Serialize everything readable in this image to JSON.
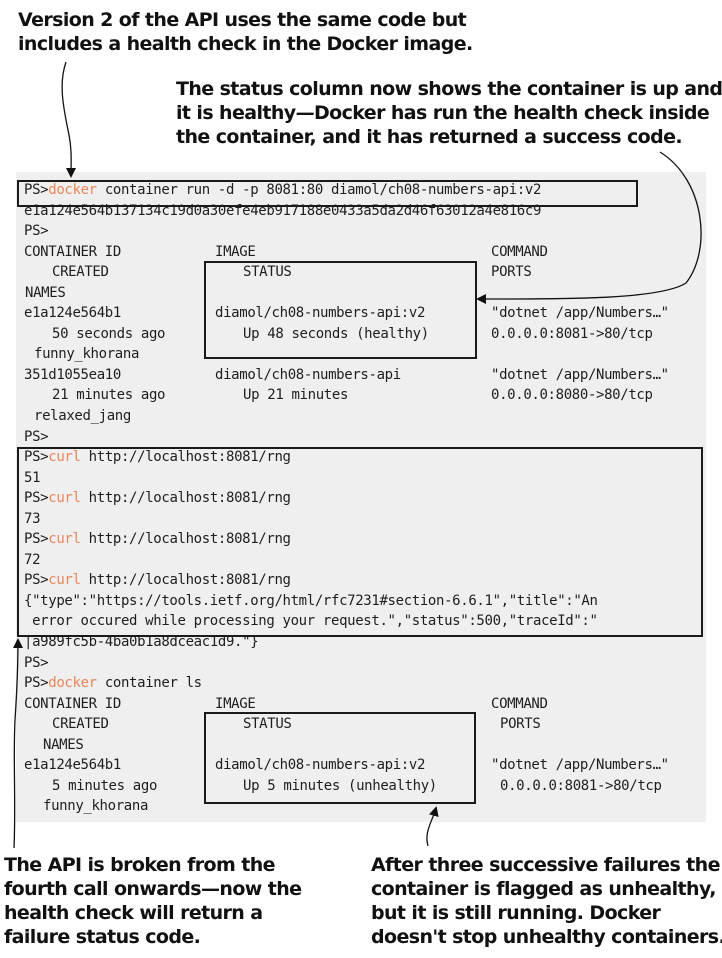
{
  "annotations": {
    "top_left": [
      "Version 2 of the API uses the same code but",
      "includes a health check in the Docker image."
    ],
    "top_right": [
      "The status column now shows the container is up and",
      "it is healthy—Docker has run the health check inside",
      "the container, and it has returned a success code."
    ],
    "bottom_left": [
      "The API is broken from the",
      "fourth call onwards—now the",
      "health check will return a",
      "failure status code."
    ],
    "bottom_right": [
      "After three successive failures the",
      "container is flagged as unhealthy,",
      "but it is still running. Docker",
      "doesn't stop unhealthy containers."
    ]
  },
  "terminal": {
    "prompt": "PS>",
    "run_cmd": "docker",
    "run_args": " container run -d -p 8081:80 diamol/ch08-numbers-api:v2",
    "container_hash": "e1a124e564b137134c19d0a30efe4eb917188e0433a5da2d46f63012a4e816c9",
    "headers": {
      "container_id": "CONTAINER ID",
      "image": "IMAGE",
      "command": "COMMAND",
      "created": "CREATED",
      "status": "STATUS",
      "ports": "PORTS",
      "names": "NAMES"
    },
    "ps_rows": [
      {
        "id": "e1a124e564b1",
        "image": "diamol/ch08-numbers-api:v2",
        "command": "\"dotnet /app/Numbers…\"",
        "created": "50 seconds ago",
        "status": "Up 48 seconds (healthy)",
        "ports": "0.0.0.0:8081->80/tcp",
        "name": "funny_khorana"
      },
      {
        "id": "351d1055ea10",
        "image": "diamol/ch08-numbers-api",
        "command": "\"dotnet /app/Numbers…\"",
        "created": "21 minutes ago",
        "status": "Up 21 minutes",
        "ports": "0.0.0.0:8080->80/tcp",
        "name": "relaxed_jang"
      }
    ],
    "curl_cmd": "curl",
    "curl_url": " http://localhost:8081/rng",
    "curl_results": [
      "51",
      "73",
      "72"
    ],
    "error_lines": [
      "{\"type\":\"https://tools.ietf.org/html/rfc7231#section-6.6.1\",\"title\":\"An",
      " error occured while processing your request.\",\"status\":500,\"traceId\":\"",
      "|a989fc5b-4ba0b1a8dceac1d9.\"}"
    ],
    "ls_cmd": "docker",
    "ls_args": " container ls",
    "ls_row": {
      "id": "e1a124e564b1",
      "image": "diamol/ch08-numbers-api:v2",
      "command": "\"dotnet /app/Numbers…\"",
      "created": "5 minutes ago",
      "status": "Up 5 minutes (unhealthy)",
      "ports": "0.0.0.0:8081->80/tcp",
      "name": "funny_khorana"
    }
  },
  "colors": {
    "command_highlight": "#e8875a",
    "terminal_bg": "#efefef",
    "text": "#1e1e1e"
  }
}
